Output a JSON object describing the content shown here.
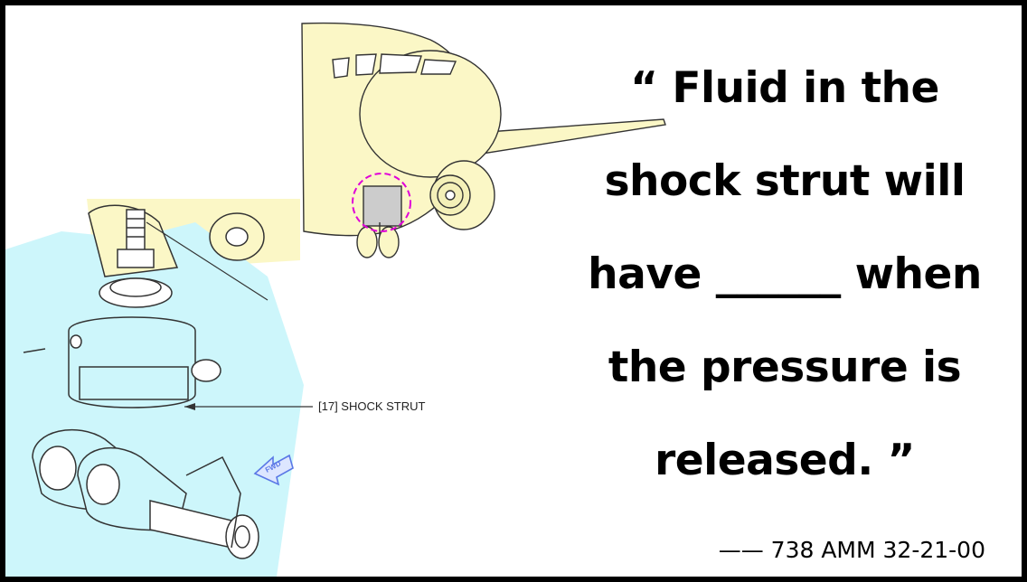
{
  "quote": {
    "lines": [
      "“ Fluid in the",
      "shock strut will",
      "have ______ when",
      "the pressure is",
      "released. ”"
    ]
  },
  "source": "—— 738 AMM 32-21-00",
  "diagram": {
    "callout_label": "[17] SHOCK STRUT",
    "fwd_label": "FWD"
  },
  "colors": {
    "aircraft_fill": "#fbf7c6",
    "detail_fill": "#cdf6fb",
    "highlight_circle": "#e000d8",
    "fwd_arrow": "#5a78e6"
  }
}
